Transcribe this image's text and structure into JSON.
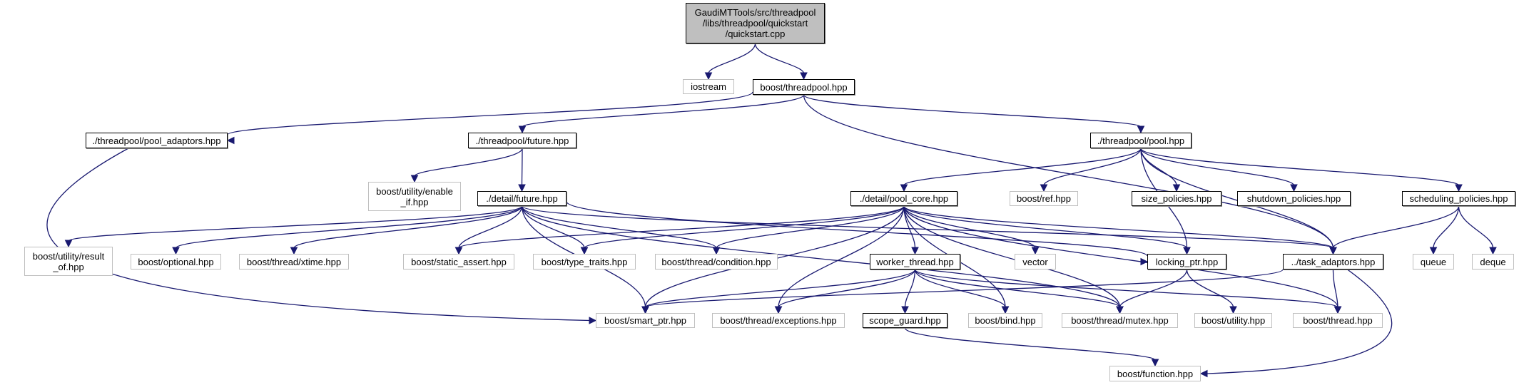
{
  "title": "Include dependency graph for quickstart.cpp",
  "colors": {
    "edge": "#191970",
    "root_fill": "#bfbfbf",
    "local_border": "#000000",
    "external_border": "#bfbfbf"
  },
  "nodes": [
    {
      "id": "root",
      "label": "GaudiMTTools/src/threadpool\n/libs/threadpool/quickstart\n/quickstart.cpp",
      "kind": "root"
    },
    {
      "id": "iostream",
      "label": "iostream",
      "kind": "ext"
    },
    {
      "id": "threadpool",
      "label": "boost/threadpool.hpp",
      "kind": "local"
    },
    {
      "id": "pool_adaptors",
      "label": "./threadpool/pool_adaptors.hpp",
      "kind": "local"
    },
    {
      "id": "tp_future",
      "label": "./threadpool/future.hpp",
      "kind": "local"
    },
    {
      "id": "pool",
      "label": "./threadpool/pool.hpp",
      "kind": "local"
    },
    {
      "id": "enable_if",
      "label": "boost/utility/enable\n_if.hpp",
      "kind": "ext"
    },
    {
      "id": "detail_future",
      "label": "./detail/future.hpp",
      "kind": "local"
    },
    {
      "id": "pool_core",
      "label": "./detail/pool_core.hpp",
      "kind": "local"
    },
    {
      "id": "ref",
      "label": "boost/ref.hpp",
      "kind": "ext"
    },
    {
      "id": "size_policies",
      "label": "size_policies.hpp",
      "kind": "local"
    },
    {
      "id": "shutdown_policies",
      "label": "shutdown_policies.hpp",
      "kind": "local"
    },
    {
      "id": "scheduling_policies",
      "label": "scheduling_policies.hpp",
      "kind": "local"
    },
    {
      "id": "result_of",
      "label": "boost/utility/result\n_of.hpp",
      "kind": "ext"
    },
    {
      "id": "optional",
      "label": "boost/optional.hpp",
      "kind": "ext"
    },
    {
      "id": "xtime",
      "label": "boost/thread/xtime.hpp",
      "kind": "ext"
    },
    {
      "id": "static_assert",
      "label": "boost/static_assert.hpp",
      "kind": "ext"
    },
    {
      "id": "type_traits",
      "label": "boost/type_traits.hpp",
      "kind": "ext"
    },
    {
      "id": "condition",
      "label": "boost/thread/condition.hpp",
      "kind": "ext"
    },
    {
      "id": "worker_thread",
      "label": "worker_thread.hpp",
      "kind": "local"
    },
    {
      "id": "vector",
      "label": "vector",
      "kind": "ext"
    },
    {
      "id": "locking_ptr",
      "label": "locking_ptr.hpp",
      "kind": "local"
    },
    {
      "id": "task_adaptors",
      "label": "../task_adaptors.hpp",
      "kind": "local"
    },
    {
      "id": "queue",
      "label": "queue",
      "kind": "ext"
    },
    {
      "id": "deque",
      "label": "deque",
      "kind": "ext"
    },
    {
      "id": "smart_ptr",
      "label": "boost/smart_ptr.hpp",
      "kind": "ext"
    },
    {
      "id": "exceptions",
      "label": "boost/thread/exceptions.hpp",
      "kind": "ext"
    },
    {
      "id": "scope_guard",
      "label": "scope_guard.hpp",
      "kind": "local"
    },
    {
      "id": "bind",
      "label": "boost/bind.hpp",
      "kind": "ext"
    },
    {
      "id": "mutex",
      "label": "boost/thread/mutex.hpp",
      "kind": "ext"
    },
    {
      "id": "utility",
      "label": "boost/utility.hpp",
      "kind": "ext"
    },
    {
      "id": "thread",
      "label": "boost/thread.hpp",
      "kind": "ext"
    },
    {
      "id": "function",
      "label": "boost/function.hpp",
      "kind": "ext"
    }
  ],
  "edges": [
    [
      "root",
      "iostream"
    ],
    [
      "root",
      "threadpool"
    ],
    [
      "threadpool",
      "pool_adaptors"
    ],
    [
      "threadpool",
      "tp_future"
    ],
    [
      "threadpool",
      "pool"
    ],
    [
      "threadpool",
      "task_adaptors"
    ],
    [
      "pool_adaptors",
      "smart_ptr"
    ],
    [
      "tp_future",
      "enable_if"
    ],
    [
      "tp_future",
      "detail_future"
    ],
    [
      "pool",
      "pool_core"
    ],
    [
      "pool",
      "ref"
    ],
    [
      "pool",
      "size_policies"
    ],
    [
      "pool",
      "shutdown_policies"
    ],
    [
      "pool",
      "scheduling_policies"
    ],
    [
      "pool",
      "locking_ptr"
    ],
    [
      "pool",
      "task_adaptors"
    ],
    [
      "detail_future",
      "result_of"
    ],
    [
      "detail_future",
      "optional"
    ],
    [
      "detail_future",
      "xtime"
    ],
    [
      "detail_future",
      "static_assert"
    ],
    [
      "detail_future",
      "type_traits"
    ],
    [
      "detail_future",
      "condition"
    ],
    [
      "detail_future",
      "smart_ptr"
    ],
    [
      "detail_future",
      "locking_ptr"
    ],
    [
      "detail_future",
      "mutex"
    ],
    [
      "detail_future",
      "task_adaptors"
    ],
    [
      "pool_core",
      "static_assert"
    ],
    [
      "pool_core",
      "type_traits"
    ],
    [
      "pool_core",
      "condition"
    ],
    [
      "pool_core",
      "worker_thread"
    ],
    [
      "pool_core",
      "vector"
    ],
    [
      "pool_core",
      "locking_ptr"
    ],
    [
      "pool_core",
      "task_adaptors"
    ],
    [
      "pool_core",
      "smart_ptr"
    ],
    [
      "pool_core",
      "exceptions"
    ],
    [
      "pool_core",
      "bind"
    ],
    [
      "pool_core",
      "mutex"
    ],
    [
      "pool_core",
      "thread"
    ],
    [
      "scheduling_policies",
      "task_adaptors"
    ],
    [
      "scheduling_policies",
      "queue"
    ],
    [
      "scheduling_policies",
      "deque"
    ],
    [
      "worker_thread",
      "smart_ptr"
    ],
    [
      "worker_thread",
      "exceptions"
    ],
    [
      "worker_thread",
      "scope_guard"
    ],
    [
      "worker_thread",
      "bind"
    ],
    [
      "worker_thread",
      "mutex"
    ],
    [
      "worker_thread",
      "thread"
    ],
    [
      "locking_ptr",
      "mutex"
    ],
    [
      "locking_ptr",
      "utility"
    ],
    [
      "task_adaptors",
      "smart_ptr"
    ],
    [
      "task_adaptors",
      "thread"
    ],
    [
      "task_adaptors",
      "function"
    ],
    [
      "scope_guard",
      "function"
    ]
  ]
}
